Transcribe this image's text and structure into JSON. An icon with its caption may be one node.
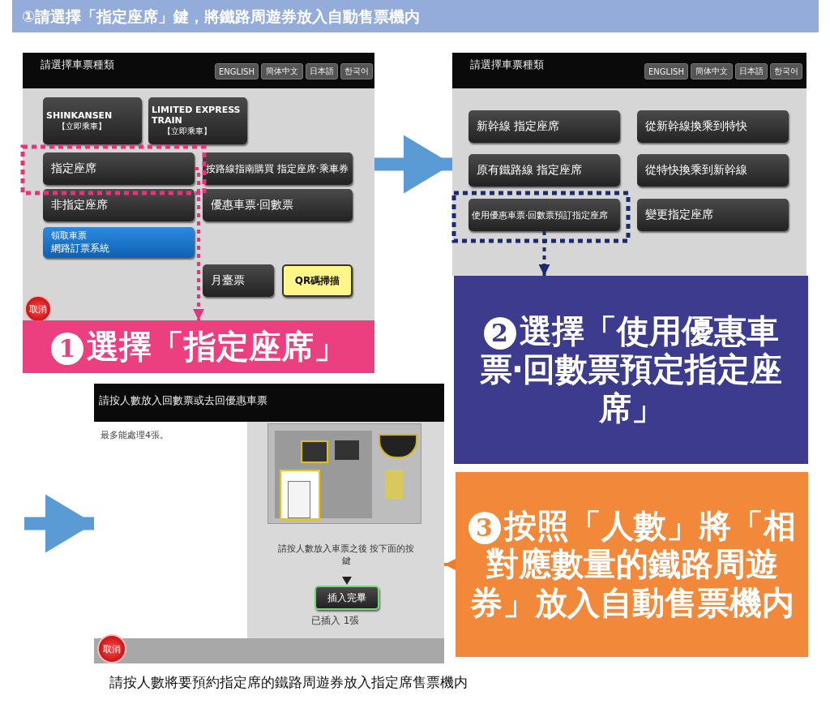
{
  "diagram": {
    "title": "①請選擇「指定座席」鍵，將鐵路周遊券放入自動售票機内",
    "caption": "請按人數將要預約指定席的鐵路周遊券放入指定席售票機内",
    "nodes": [
      {
        "text": [
          "請選擇車票種類"
        ]
      },
      {
        "text": [
          "ENGLISH"
        ],
        "in": 0
      },
      {
        "text": [
          "簡体中文"
        ],
        "in": 0
      },
      {
        "text": [
          "日本語"
        ],
        "in": 0
      },
      {
        "text": [
          "한국어"
        ],
        "in": 0
      },
      {
        "text": [
          "SHINKANSEN",
          "【立即乘車】"
        ],
        "in": 0
      },
      {
        "text": [
          "LIMITED EXPRESS TRAIN",
          "【立即乘車】"
        ],
        "in": 0
      },
      {
        "text": [
          "指定座席"
        ],
        "in": 0
      },
      {
        "text": [
          "按路線指南購買 指定座席‧乘車券"
        ],
        "in": 0
      },
      {
        "text": [
          "非指定座席"
        ],
        "in": 0
      },
      {
        "text": [
          "優惠車票‧回數票"
        ],
        "in": 0
      },
      {
        "text": [
          "領取車票",
          "網路訂票系統"
        ],
        "in": 0
      },
      {
        "text": [
          "月臺票"
        ],
        "in": 0
      },
      {
        "text": [
          "QR碼掃描"
        ],
        "in": 0
      },
      {
        "text": [
          "取消"
        ],
        "in": 0
      },
      {
        "text": [
          "1",
          "選擇「指定座席」"
        ]
      },
      {
        "text": [
          "請選擇車票種類"
        ]
      },
      {
        "text": [
          "ENGLISH"
        ],
        "in": 16
      },
      {
        "text": [
          "簡体中文"
        ],
        "in": 16
      },
      {
        "text": [
          "日本語"
        ],
        "in": 16
      },
      {
        "text": [
          "한국어"
        ],
        "in": 16
      },
      {
        "text": [
          "新幹線 指定座席"
        ],
        "in": 16
      },
      {
        "text": [
          "從新幹線換乘到特快"
        ],
        "in": 16
      },
      {
        "text": [
          "原有鐵路線 指定座席"
        ],
        "in": 16
      },
      {
        "text": [
          "從特快換乘到新幹線"
        ],
        "in": 16
      },
      {
        "text": [
          "使用優惠車票‧回數票預訂指定座席"
        ],
        "in": 16
      },
      {
        "text": [
          "變更指定座席"
        ],
        "in": 16
      },
      {
        "text": [
          "2",
          "選擇「使用優惠車票‧回數票預定指定座席」"
        ]
      },
      {
        "text": [
          "請按人數放入回數票或去回優惠車票",
          "最多能處理4張。",
          "請按人數放入車票之後 按下面的按鍵",
          "已插入 1張"
        ]
      },
      {
        "text": [],
        "shape": "picture",
        "in": 28
      },
      {
        "text": [
          "插入完畢"
        ],
        "in": 28
      },
      {
        "text": [
          "取消"
        ],
        "in": 28
      },
      {
        "text": [
          "3",
          "按照「人數」將「相對應數量的鐵路周遊券」放入自動售票機内"
        ]
      }
    ],
    "edges": [
      {
        "from": 7,
        "to": 15,
        "arrow": "to",
        "style": "dashed",
        "color": "#e8337a"
      },
      {
        "from": 0,
        "to": 16,
        "arrow": "to",
        "style": "thick",
        "color": "#5b9bd5"
      },
      {
        "from": 25,
        "to": 27,
        "arrow": "to",
        "style": "dashed",
        "color": "#1f2a6b"
      },
      {
        "from": null,
        "to": 28,
        "arrow": "to",
        "style": "thick",
        "color": "#5b9bd5"
      },
      {
        "from": 32,
        "to": 28,
        "arrow": "to",
        "style": "dashed",
        "color": "#f07c2a"
      }
    ]
  }
}
